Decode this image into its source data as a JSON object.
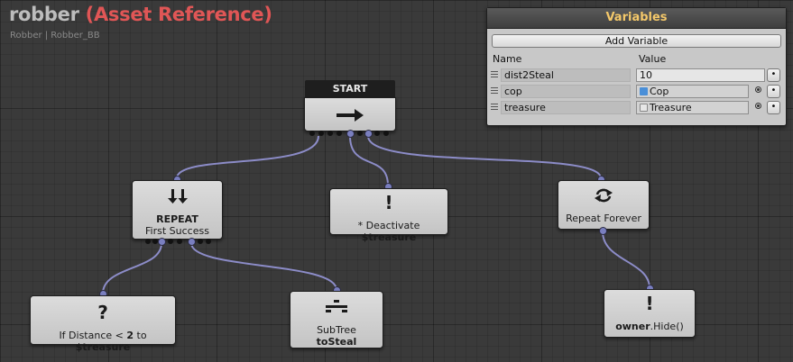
{
  "header": {
    "title": "robber",
    "title_tag": "(Asset Reference)",
    "subtitle": "Robber | Robber_BB"
  },
  "colors": {
    "accent_red": "#e05656",
    "port": "#7a7fbf",
    "wire": "#8c8cc8",
    "panel_title": "#f4c86a"
  },
  "graph": {
    "start": {
      "label": "START",
      "icon": "arrow-right-icon"
    },
    "repeat": {
      "icon": "double-arrow-down-icon",
      "title": "REPEAT",
      "subtitle": "First Success"
    },
    "deactivate": {
      "icon": "exclamation-icon",
      "prefix": "* Deactivate ",
      "target": "$treasure"
    },
    "repeat_forever": {
      "icon": "loop-arrows-icon",
      "label": "Repeat Forever"
    },
    "condition": {
      "icon": "question-icon",
      "prefix": "If Distance < ",
      "value": "2",
      "mid": " to ",
      "target": "$treasure"
    },
    "subtree": {
      "icon": "subtree-icon",
      "label": "SubTree",
      "name": "toSteal"
    },
    "hide": {
      "icon": "exclamation-icon",
      "owner": "owner",
      "call": ".Hide()"
    }
  },
  "variables": {
    "title": "Variables",
    "add_label": "Add Variable",
    "col_name": "Name",
    "col_value": "Value",
    "rows": [
      {
        "name": "dist2Steal",
        "value": "10",
        "button": "•"
      },
      {
        "name": "cop",
        "value": "Cop",
        "button": "•",
        "icon": "blue-cube-icon"
      },
      {
        "name": "treasure",
        "value": "Treasure",
        "button": "•",
        "icon": "grey-cube-icon"
      }
    ]
  }
}
